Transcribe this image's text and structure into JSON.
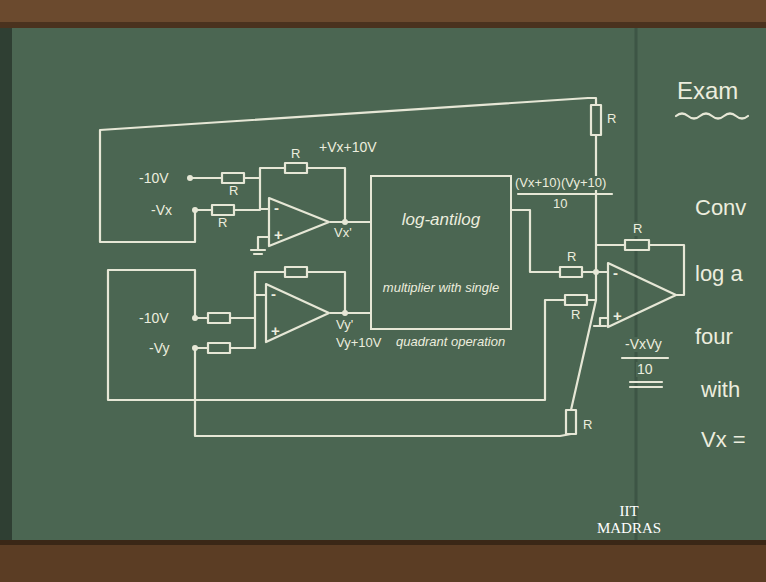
{
  "diagram": {
    "nodes": [
      {
        "text": [
          "-",
          "+"
        ]
      },
      {
        "text": [
          "log-antilog",
          "multiplier with single",
          "quadrant operation"
        ]
      },
      {
        "text": [
          "-",
          "+"
        ]
      },
      {
        "text": [
          "-",
          "+"
        ]
      }
    ],
    "edges": [
      {
        "from": 0,
        "to": 1,
        "arrow": "none"
      },
      {
        "from": 2,
        "to": 1,
        "arrow": "none"
      },
      {
        "from": 1,
        "to": 3,
        "arrow": "none"
      }
    ],
    "labels": [
      "-10V",
      "R",
      "R",
      "-Vx",
      "R",
      "+Vx+10V",
      "Vx'",
      "(Vx+10)(Vy+10)",
      "10",
      "R",
      "R",
      "R",
      "R",
      "-10V",
      "-Vy",
      "Vy'",
      "Vy+10V",
      "R",
      "-VxVy",
      "10",
      "Exam",
      "Conv",
      "log a",
      "four",
      "with",
      "Vx =",
      "IIT MADRAS"
    ]
  }
}
